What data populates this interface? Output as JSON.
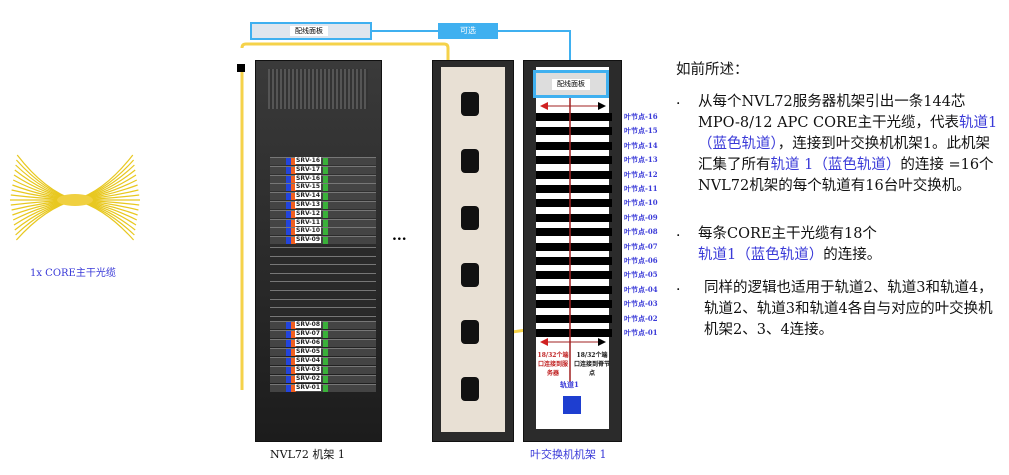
{
  "cable_label": "1x CORE主干光缆",
  "patch_panel_label": "配线面板",
  "optional_label": "可选",
  "server_rack": {
    "label": "NVL72 机架 1",
    "servers_top": [
      "SRV-16",
      "SRV-17",
      "SRV-16",
      "SRV-15",
      "SRV-14",
      "SRV-13",
      "SRV-12",
      "SRV-11",
      "SRV-10",
      "SRV-09"
    ],
    "servers_bottom": [
      "SRV-08",
      "SRV-07",
      "SRV-06",
      "SRV-05",
      "SRV-04",
      "SRV-03",
      "SRV-02",
      "SRV-01"
    ]
  },
  "ellipsis": "...",
  "leaf_rack": {
    "label": "叶交换机机架 1",
    "panel_label": "配线面板",
    "left_note": "18/32个端口连接到服务器",
    "right_note": "18/32个端口连接到脊节点",
    "rail": "轨道1",
    "nodes": [
      "叶节点-16",
      "叶节点-15",
      "叶节点-14",
      "叶节点-13",
      "叶节点-12",
      "叶节点-11",
      "叶节点-10",
      "叶节点-09",
      "叶节点-08",
      "叶节点-07",
      "叶节点-06",
      "叶节点-05",
      "叶节点-04",
      "叶节点-03",
      "叶节点-02",
      "叶节点-01"
    ]
  },
  "text": {
    "intro": "如前所述：",
    "b1a": "从每个NVL72服务器机架引出一条144芯MPO-8/12 APC CORE主干光缆，代表",
    "b1b": "轨道1（蓝色轨道）",
    "b1c": "，连接到叶交换机机架1。此机架汇集了所有",
    "b1d": "轨道 1（蓝色轨道）",
    "b1e": "的连接 =16个 NVL72机架的每个轨道有16台叶交换机。",
    "b2a": "每条CORE主干光缆有18个",
    "b2b": "轨道1（蓝色轨道）",
    "b2c": "的连接。",
    "b3": "同样的逻辑也适用于轨道2、轨道3和轨道4，轨道2、轨道3和轨道4各自与对应的叶交换机机架2、3、4连接。",
    "bullet": "·"
  },
  "colors": {
    "rail_blue": "#3a3ad8",
    "optional": "#3fb0f0",
    "cable": "#f5d24a"
  }
}
